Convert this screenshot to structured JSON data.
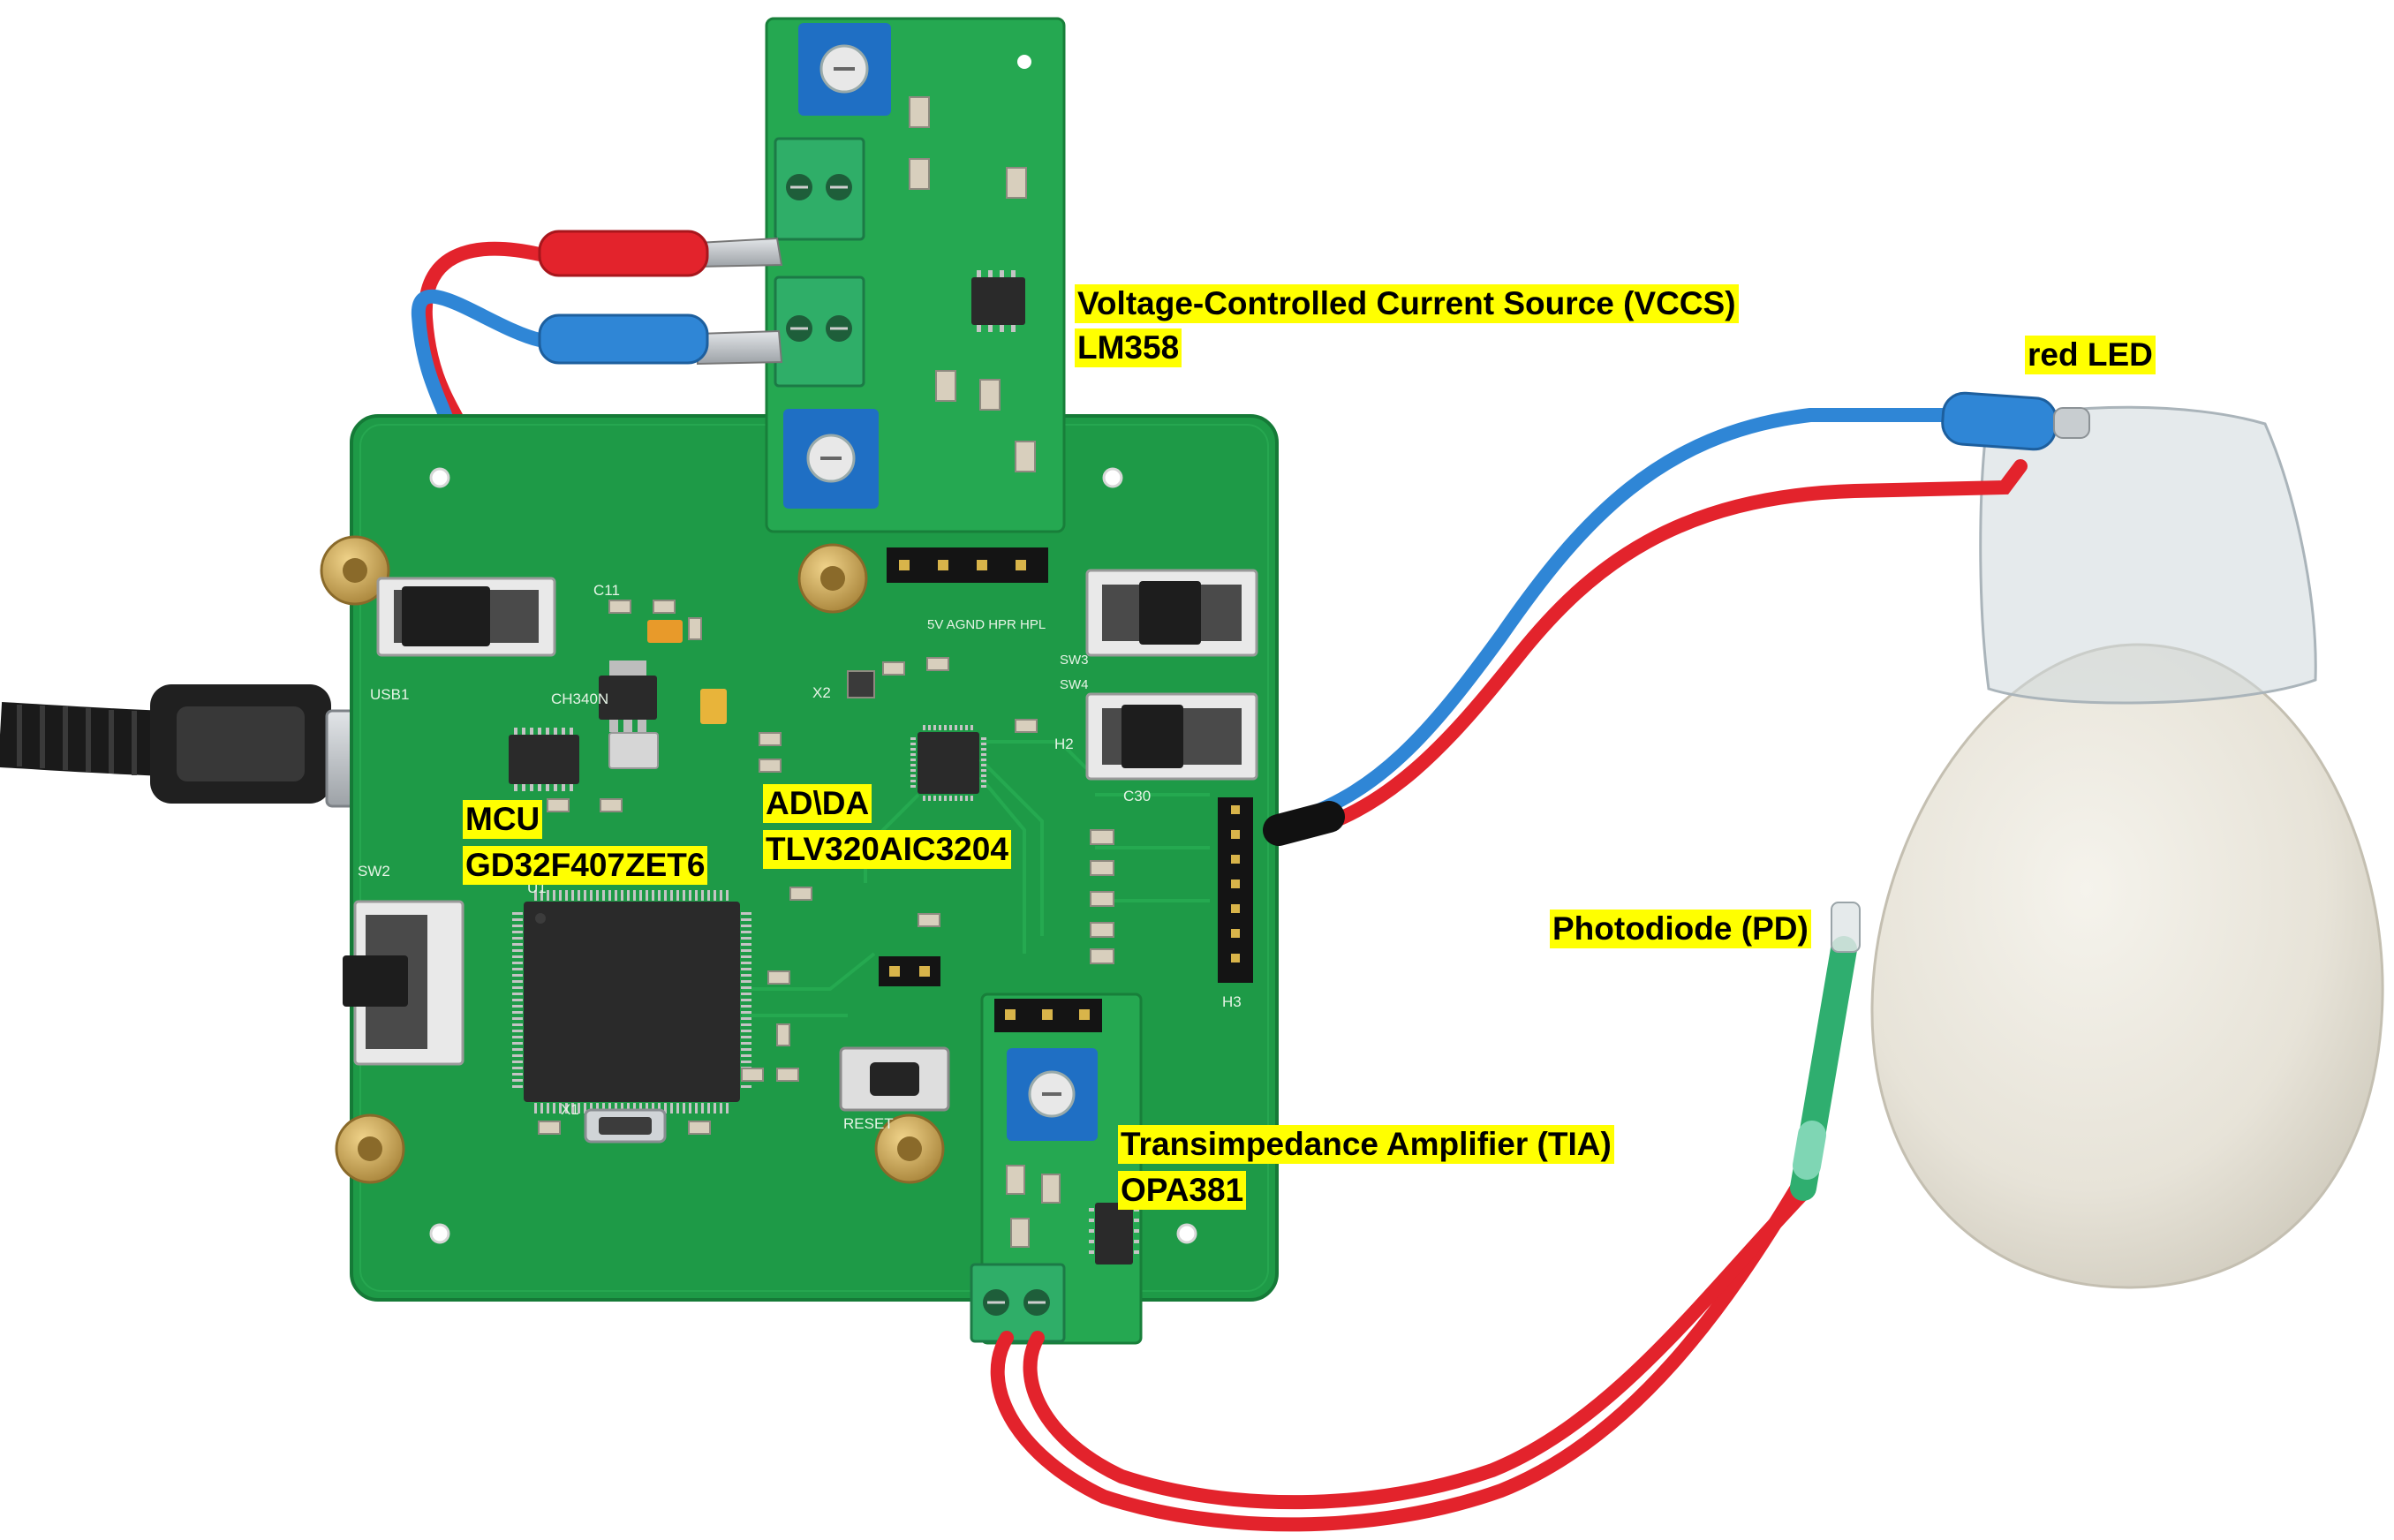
{
  "labels": {
    "vccs_title": "Voltage-Controlled Current Source (VCCS)",
    "vccs_part": "LM358",
    "red_led": "red LED",
    "mcu_title": "MCU",
    "mcu_part": "GD32F407ZET6",
    "adda_title": "AD\\DA",
    "adda_part": "TLV320AIC3204",
    "photodiode": "Photodiode (PD)",
    "tia_title": "Transimpedance Amplifier (TIA)",
    "tia_part": "OPA381"
  },
  "silkscreen": {
    "usb": "USB1",
    "ch340": "CH340N",
    "sw2": "SW2",
    "sw3": "SW3",
    "sw4": "SW4",
    "reset": "RESET",
    "header_pins": "5V AGND HPR HPL",
    "c30": "C30",
    "h2": "H2",
    "h3": "H3",
    "x2": "X2",
    "x1": "X1",
    "u1": "U1",
    "c11": "C11"
  },
  "colors": {
    "label_highlight": "#ffff00",
    "pcb_green": "#1e9a47",
    "module_green": "#25a851",
    "wire_red": "#e3232c",
    "wire_blue": "#2f86d6",
    "potentiometer_blue": "#1f6fc4",
    "terminal_green": "#2fae68"
  }
}
